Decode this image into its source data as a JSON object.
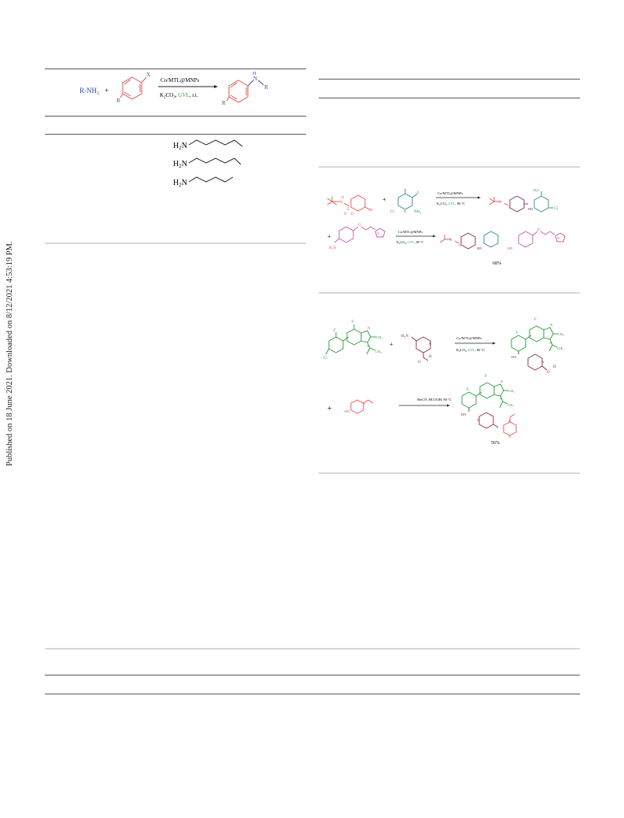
{
  "sidebar": {
    "text": "Published on 18 June 2021. Downloaded on 8/12/2021 4:53:19 PM."
  },
  "scheme1": {
    "reactant_amine": "R-NH",
    "reactant_amine_sub": "2",
    "plus": "+",
    "aryl_substituent_x": "X",
    "aryl_substituent_r": "R",
    "catalyst": "Co/MTL@MNPs",
    "conditions_base": "K",
    "conditions_base_sub1": "2",
    "conditions_base_mid": "CO",
    "conditions_base_sub2": "3",
    "conditions_solvent": "GVL",
    "conditions_temp": ", r.t.",
    "product_h": "H",
    "product_n": "N",
    "product_r1": "R",
    "product_r2": "R"
  },
  "amines": [
    {
      "h": "H",
      "sub": "2",
      "n": "N"
    },
    {
      "h": "H",
      "sub": "2",
      "n": "N"
    },
    {
      "h": "H",
      "sub": "2",
      "n": "N"
    }
  ],
  "scheme2": {
    "catalyst": "Co/MTL@MNPs",
    "cond_a": "K",
    "cond_sub1": "2",
    "cond_b": "CO",
    "cond_sub2": "3",
    "cond_solvent": "GVL",
    "cond_temp": ", 80 °C",
    "catalyst2": "Co/MTL@MNPs",
    "cond2_a": "K",
    "cond2_sub1": "2",
    "cond2_b": "CO",
    "cond2_sub2": "3",
    "cond2_solvent": "GVL",
    "cond2_temp": ", 80 °C",
    "plus": "+",
    "plus2": "+",
    "atoms": {
      "br": "Br",
      "cl": "Cl",
      "nh2": "NH",
      "nh2_sub": "2",
      "h2n": "H",
      "h2n_sub": "2",
      "h2n_n": "N",
      "h3c": "H",
      "h3c_sub": "3",
      "h3c_c": "C",
      "n": "N",
      "o": "O",
      "s": "S",
      "h": "H",
      "nh": "N",
      "hn": "HN"
    },
    "yield": "68%"
  },
  "scheme3": {
    "catalyst": "Co/MTL@MNPs",
    "cond_a": "K",
    "cond_sub1": "2",
    "cond_b": "CO",
    "cond_sub2": "3",
    "cond_solvent": "GVL",
    "cond_temp": ", 80 °C",
    "conditions2": "MeCN, HCOOH, 80 °C",
    "plus": "+",
    "plus2": "+",
    "atoms": {
      "f": "F",
      "cl": "Cl",
      "n": "N",
      "ch3": "CH",
      "ch3_sub": "3",
      "h2n": "H",
      "h2n_sub": "2",
      "h2n_n": "N",
      "o": "O",
      "h": "H",
      "hn": "HN"
    },
    "yield": "56%"
  }
}
